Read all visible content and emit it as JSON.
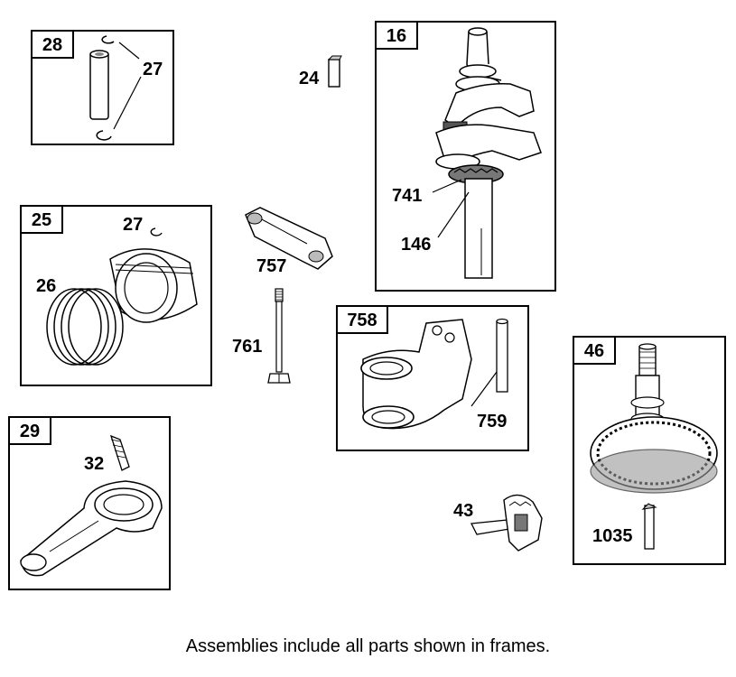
{
  "diagram": {
    "frames": [
      {
        "id": "f28",
        "label": "28"
      },
      {
        "id": "f16",
        "label": "16"
      },
      {
        "id": "f25",
        "label": "25"
      },
      {
        "id": "f758",
        "label": "758"
      },
      {
        "id": "f46",
        "label": "46"
      },
      {
        "id": "f29",
        "label": "29"
      }
    ],
    "callouts": {
      "c27a": "27",
      "c24": "24",
      "c741": "741",
      "c146": "146",
      "c27b": "27",
      "c26": "26",
      "c757": "757",
      "c761": "761",
      "c759": "759",
      "c32": "32",
      "c43": "43",
      "c1035": "1035"
    },
    "footer_note": "Assemblies include all parts shown in frames."
  }
}
